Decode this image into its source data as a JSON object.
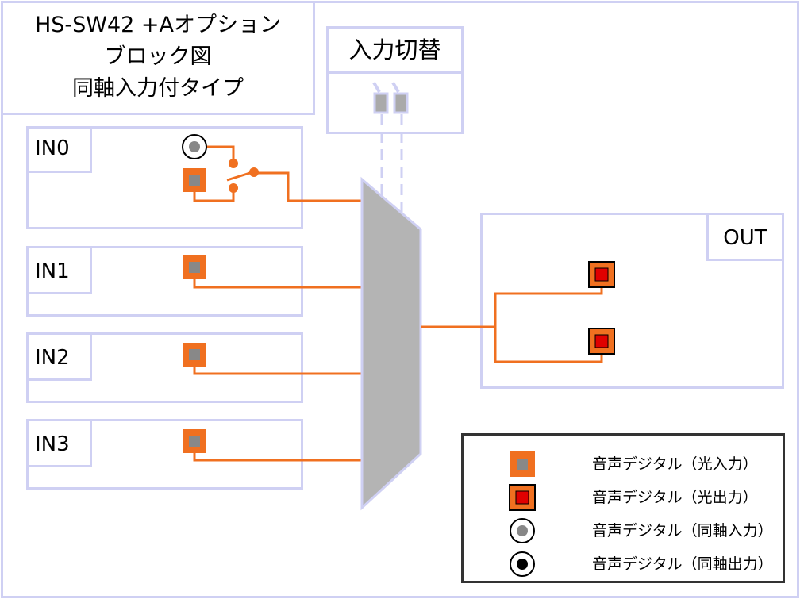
{
  "title": {
    "line1": "HS-SW42 +Aオプション",
    "line2": "ブロック図",
    "line3": "同軸入力付タイプ"
  },
  "switch": {
    "label": "入力切替"
  },
  "inputs": [
    {
      "label": "IN0"
    },
    {
      "label": "IN1"
    },
    {
      "label": "IN2"
    },
    {
      "label": "IN3"
    }
  ],
  "output": {
    "label": "OUT"
  },
  "legend": [
    {
      "icon": "optical-input-icon",
      "text": "音声デジタル（光入力）"
    },
    {
      "icon": "optical-output-icon",
      "text": "音声デジタル（光出力）"
    },
    {
      "icon": "coaxial-input-icon",
      "text": "音声デジタル（同軸入力）"
    },
    {
      "icon": "coaxial-output-icon",
      "text": "音声デジタル（同軸出力）"
    }
  ],
  "colors": {
    "wire": "#f07020",
    "box_border": "#cfd0f3",
    "mux": "#b4b4b4",
    "optical_out_inner": "#e00000",
    "connector_gray": "#888888"
  }
}
